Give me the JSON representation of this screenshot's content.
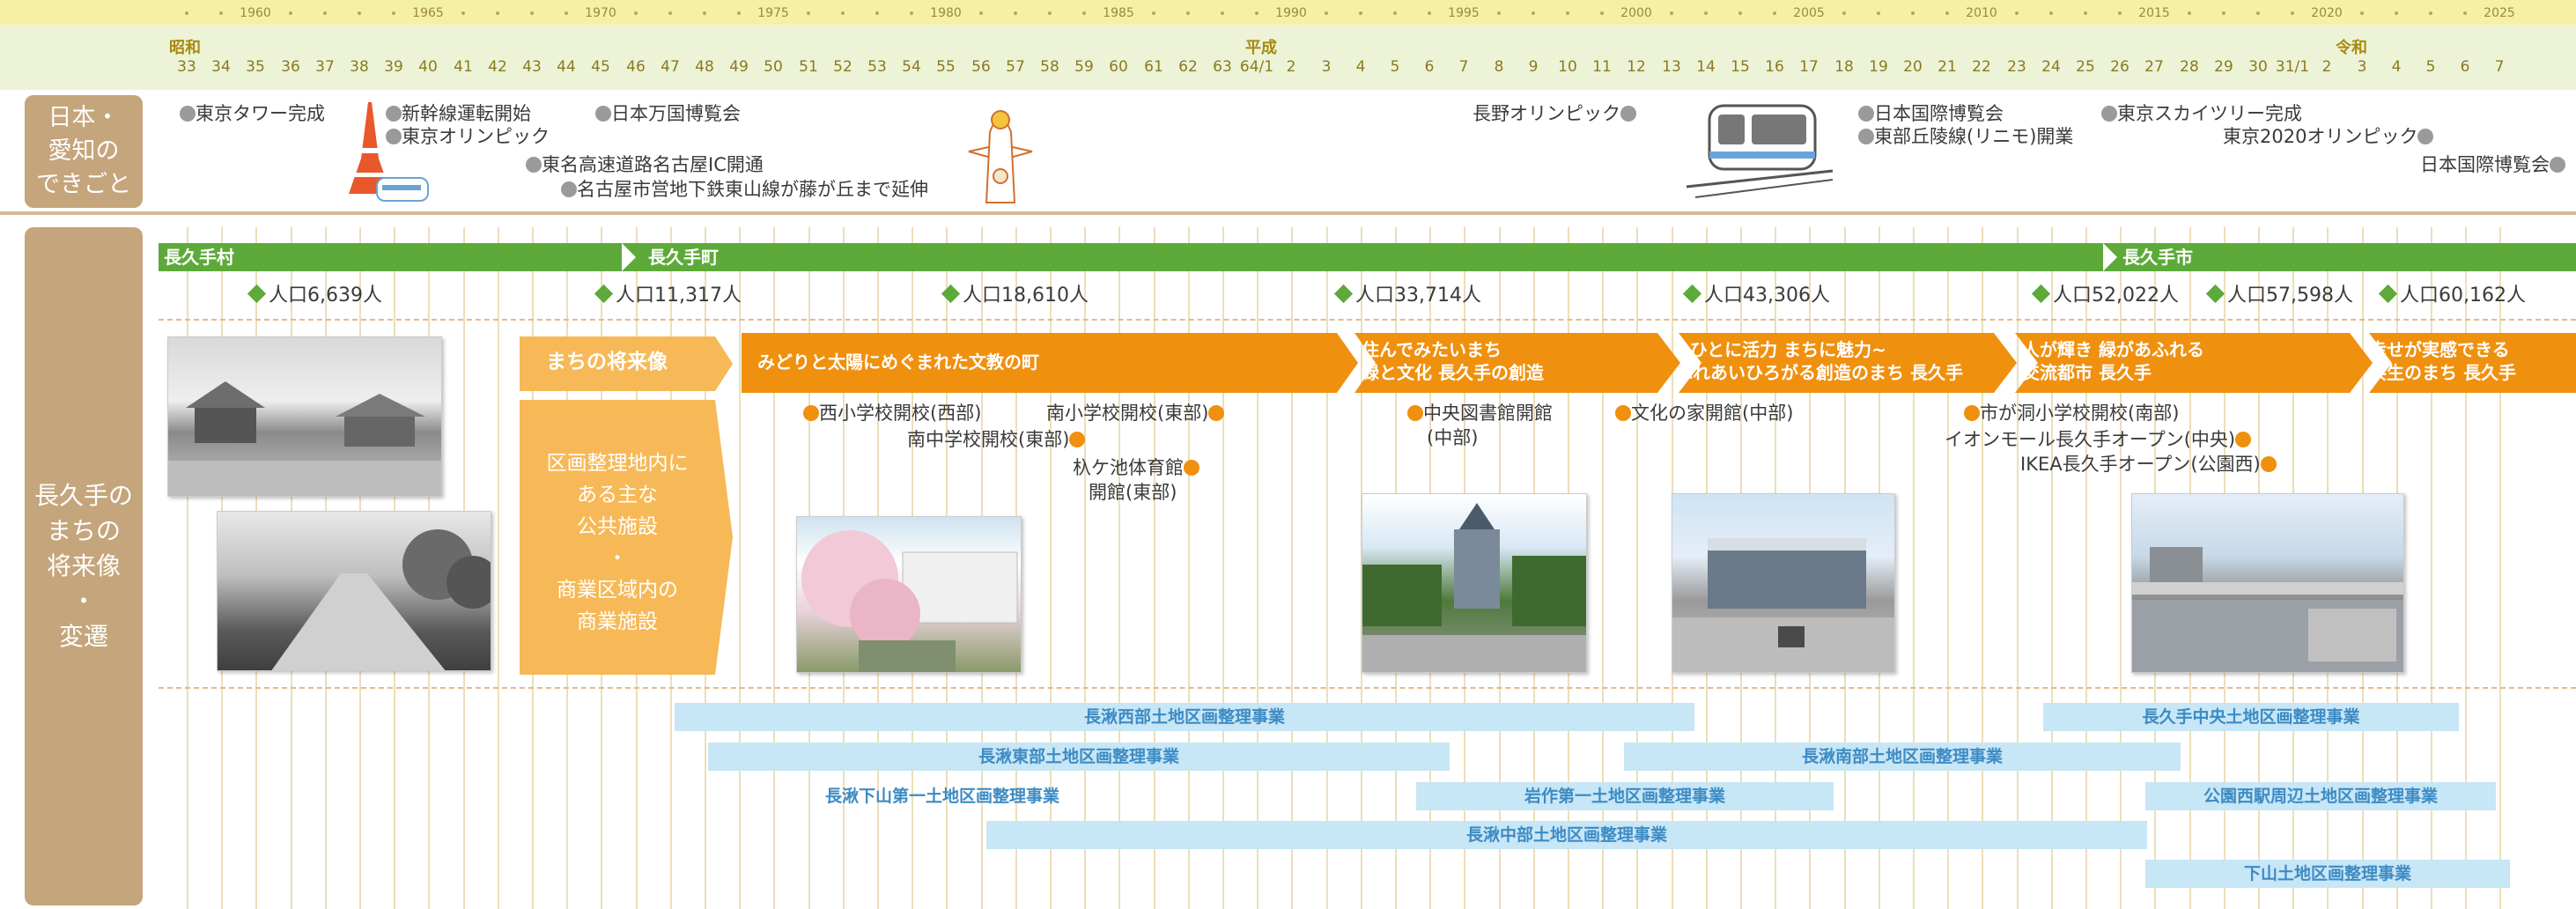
{
  "timeline": {
    "year_ticks": [
      "1960",
      "1965",
      "1970",
      "1975",
      "1980",
      "1985",
      "1990",
      "1995",
      "2000",
      "2005",
      "2010",
      "2015",
      "2020",
      "2025"
    ],
    "eras": {
      "showa": "昭和",
      "heisei": "平成",
      "reiwa": "令和"
    },
    "era_years": [
      "33",
      "34",
      "35",
      "36",
      "37",
      "38",
      "39",
      "40",
      "41",
      "42",
      "43",
      "44",
      "45",
      "46",
      "47",
      "48",
      "49",
      "50",
      "51",
      "52",
      "53",
      "54",
      "55",
      "56",
      "57",
      "58",
      "59",
      "60",
      "61",
      "62",
      "63",
      "64/1",
      "2",
      "3",
      "4",
      "5",
      "6",
      "7",
      "8",
      "9",
      "10",
      "11",
      "12",
      "13",
      "14",
      "15",
      "16",
      "17",
      "18",
      "19",
      "20",
      "21",
      "22",
      "23",
      "24",
      "25",
      "26",
      "27",
      "28",
      "29",
      "30",
      "31/1",
      "2",
      "3",
      "4",
      "5",
      "6",
      "7"
    ]
  },
  "side_labels": {
    "top": "日本・\n愛知の\nできごと",
    "bottom": "長久手の\nまちの\n将来像\n・\n変遷"
  },
  "events": {
    "tokyo_tower": "東京タワー完成",
    "shinkansen": "新幹線運転開始",
    "tokyo_olympics": "東京オリンピック",
    "expo70": "日本万国博覧会",
    "tomei": "東名高速道路名古屋IC開通",
    "higashiyama": "名古屋市営地下鉄東山線が藤が丘まで延伸",
    "nagano": "長野オリンピック",
    "aichi_expo": "日本国際博覧会",
    "linimo": "東部丘陵線(リニモ)開業",
    "skytree": "東京スカイツリー完成",
    "tokyo2020": "東京2020オリンピック",
    "expo2025": "日本国際博覧会"
  },
  "municipality": {
    "village": "長久手村",
    "town": "長久手町",
    "city": "長久手市"
  },
  "population": [
    {
      "label": "人口6,639人",
      "value": 6639
    },
    {
      "label": "人口11,317人",
      "value": 11317
    },
    {
      "label": "人口18,610人",
      "value": 18610
    },
    {
      "label": "人口33,714人",
      "value": 33714
    },
    {
      "label": "人口43,306人",
      "value": 43306
    },
    {
      "label": "人口52,022人",
      "value": 52022
    },
    {
      "label": "人口57,598人",
      "value": 57598
    },
    {
      "label": "人口60,162人",
      "value": 60162
    }
  ],
  "vision": {
    "heading": "まちの将来像",
    "v1": "みどりと太陽にめぐまれた文教の町",
    "v2_line1": "住んでみたいまち",
    "v2_line2": "緑と文化 長久手の創造",
    "v3_line1": "~ひとに活力 まちに魅力~",
    "v3_line2": "ふれあいひろがる創造のまち 長久手",
    "v4_line1": "人が輝き 緑があふれる",
    "v4_line2": "交流都市 長久手",
    "v5_line1": "幸せが実感できる",
    "v5_line2": "共生のまち 長久手"
  },
  "facilities_box": "区画整理地内に\nある主な\n公共施設\n・\n商業区域内の\n商業施設",
  "facilities": {
    "nishi_school": "西小学校開校(西部)",
    "minami_school": "南小学校開校(東部)",
    "minami_jhs": "南中学校開校(東部)",
    "akigaike_1": "杁ケ池体育館",
    "akigaike_2": "開館(東部)",
    "library_1": "中央図書館開館",
    "library_2": "(中部)",
    "bunka": "文化の家開館(中部)",
    "ichigahora": "市が洞小学校開校(南部)",
    "aeon": "イオンモール長久手オープン(中央)",
    "ikea": "IKEA長久手オープン(公園西)"
  },
  "projects": {
    "p1": "長湫西部土地区画整理事業",
    "p2": "長久手中央土地区画整理事業",
    "p3": "長湫東部土地区画整理事業",
    "p4": "長湫南部土地区画整理事業",
    "p5": "長湫下山第一土地区画整理事業",
    "p6": "岩作第一土地区画整理事業",
    "p7": "公園西駅周辺土地区画整理事業",
    "p8": "長湫中部土地区画整理事業",
    "p9": "下山土地区画整理事業"
  },
  "colors": {
    "green": "#5daa3a",
    "orange": "#f0900f",
    "light_orange": "#f7b957",
    "project_blue": "#c7e6f6",
    "side_tan": "#c5a57b"
  }
}
